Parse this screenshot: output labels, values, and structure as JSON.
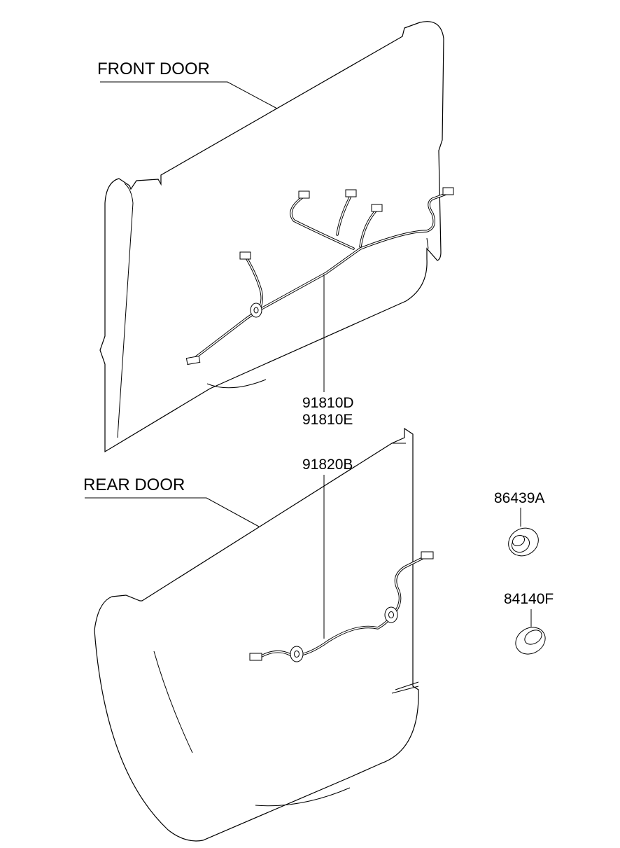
{
  "labels": {
    "front_door": "FRONT DOOR",
    "rear_door": "REAR DOOR"
  },
  "parts": {
    "front_harness_1": "91810D",
    "front_harness_2": "91810E",
    "rear_harness": "91820B",
    "grommet_a": "86439A",
    "plug_f": "84140F"
  }
}
